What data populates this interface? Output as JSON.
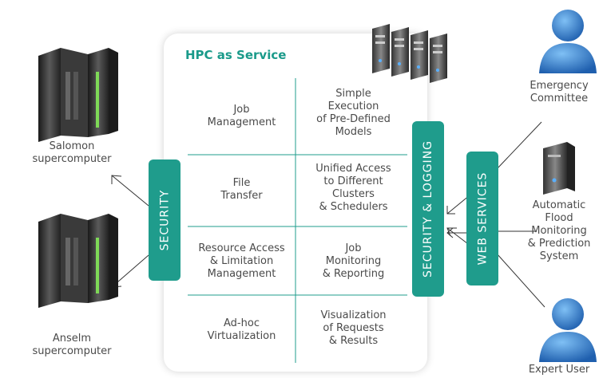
{
  "panel": {
    "title": "HPC as Service",
    "cells": [
      {
        "left": [
          "Job",
          "Management"
        ],
        "right": [
          "Simple",
          "Execution",
          "of Pre-Defined",
          "Models"
        ]
      },
      {
        "left": [
          "File",
          "Transfer"
        ],
        "right": [
          "Unified Access",
          "to Different",
          "Clusters",
          "& Schedulers"
        ]
      },
      {
        "left": [
          "Resource Access",
          "& Limitation",
          "Management"
        ],
        "right": [
          "Job",
          "Monitoring",
          "& Reporting"
        ]
      },
      {
        "left": [
          "Ad-hoc",
          "Virtualization"
        ],
        "right": [
          "Visualization",
          "of Requests",
          "& Results"
        ]
      }
    ]
  },
  "bars": {
    "security": "SECURITY",
    "security_logging": "SECURITY & LOGGING",
    "web_services": "WEB SERVICES"
  },
  "left_nodes": {
    "salomon": [
      "Salomon",
      "supercomputer"
    ],
    "anselm": [
      "Anselm",
      "supercomputer"
    ]
  },
  "right_nodes": {
    "emergency": [
      "Emergency",
      "Committee"
    ],
    "automatic": [
      "Automatic",
      "Flood",
      "Monitoring",
      "& Prediction",
      "System"
    ],
    "expert": "Expert User"
  },
  "colors": {
    "accent": "#1f9c8c",
    "title": "#1a9a8a",
    "person": "#2f7fc8",
    "rack_green": "#7ed957"
  },
  "icons": [
    "supercomputer-rack-icon",
    "server-cluster-icon",
    "person-icon",
    "server-tower-icon"
  ]
}
